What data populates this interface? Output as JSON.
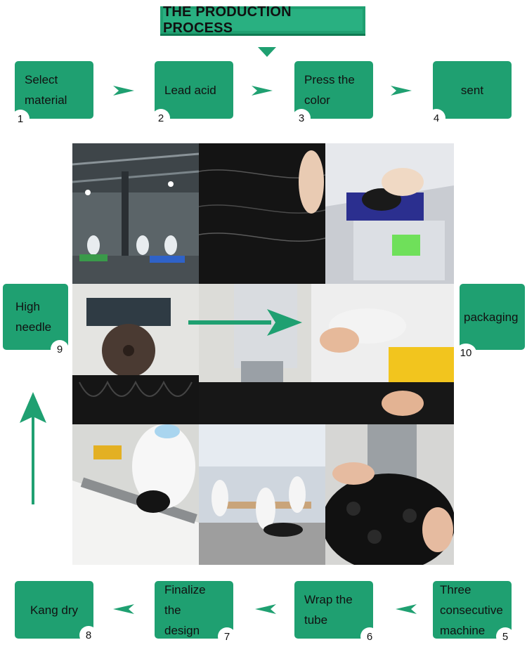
{
  "title": "THE PRODUCTION PROCESS",
  "colors": {
    "accent": "#1fa071",
    "accent_dark": "#0f7a52"
  },
  "steps": [
    {
      "label": "Select\nmaterial",
      "number": "1"
    },
    {
      "label": "Lead acid",
      "number": "2"
    },
    {
      "label": "Press the\ncolor",
      "number": "3"
    },
    {
      "label": "sent",
      "number": "4"
    },
    {
      "label": "Three\nconsecutive\nmachine",
      "number": "5"
    },
    {
      "label": "Wrap the\ntube",
      "number": "6"
    },
    {
      "label": "Finalize the\ndesign",
      "number": "7"
    },
    {
      "label": "Kang dry",
      "number": "8"
    },
    {
      "label": "High\nneedle",
      "number": "9"
    },
    {
      "label": "packaging",
      "number": "10"
    }
  ],
  "photos": [
    "factory-floor-photo",
    "black-hair-bundle-photo",
    "hair-weighing-scale-photo",
    "sewing-machine-roller-photo",
    "hair-sewing-closeup-photo",
    "workers-hackling-photo",
    "workers-workshop-photo",
    "curly-hair-sewing-photo"
  ]
}
